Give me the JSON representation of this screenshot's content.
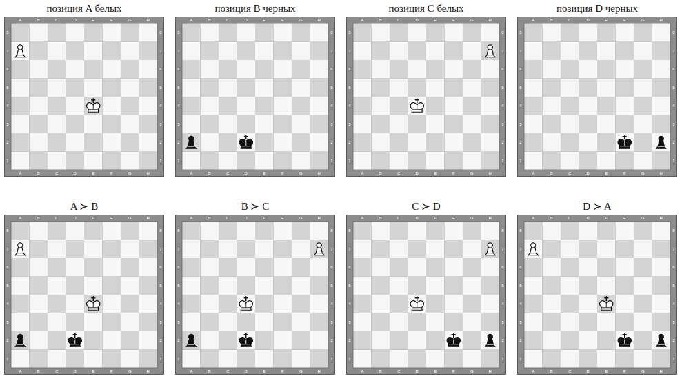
{
  "diagram": {
    "nodes": [
      {
        "text": [
          "позиция A белых"
        ]
      },
      {
        "text": [
          "позиция B черных"
        ]
      },
      {
        "text": [
          "позиция C белых"
        ]
      },
      {
        "text": [
          "позиция D черных"
        ]
      },
      {
        "text": [
          "A ≻ B"
        ]
      },
      {
        "text": [
          "B ≻ C"
        ]
      },
      {
        "text": [
          "C ≻ D"
        ]
      },
      {
        "text": [
          "D ≻ A"
        ]
      }
    ],
    "labels": [
      "A",
      "B",
      "C",
      "D",
      "E",
      "F",
      "G",
      "H",
      "A",
      "B",
      "C",
      "D",
      "E",
      "F",
      "G",
      "H",
      "8",
      "7",
      "6",
      "5",
      "4",
      "3",
      "2",
      "1",
      "8",
      "7",
      "6",
      "5",
      "4",
      "3",
      "2",
      "1",
      "A",
      "B",
      "C",
      "D",
      "E",
      "F",
      "G",
      "H",
      "A",
      "B",
      "C",
      "D",
      "E",
      "F",
      "G",
      "H",
      "8",
      "7",
      "6",
      "5",
      "4",
      "3",
      "2",
      "1",
      "8",
      "7",
      "6",
      "5",
      "4",
      "3",
      "2",
      "1",
      "A",
      "B",
      "C",
      "D",
      "E",
      "F",
      "G",
      "H",
      "A",
      "B",
      "C",
      "D",
      "E",
      "F",
      "G",
      "H",
      "8",
      "7",
      "6",
      "5",
      "4",
      "3",
      "2",
      "1",
      "8",
      "7",
      "6",
      "5",
      "4",
      "3",
      "2",
      "1",
      "A",
      "B",
      "C",
      "D",
      "E",
      "F",
      "G",
      "H",
      "A",
      "B",
      "C",
      "D",
      "E",
      "F",
      "G",
      "H",
      "8",
      "7",
      "6",
      "5",
      "4",
      "3",
      "2",
      "1",
      "8",
      "7",
      "6",
      "5",
      "4",
      "3",
      "2",
      "1",
      "A",
      "B",
      "C",
      "D",
      "E",
      "F",
      "G",
      "H",
      "A",
      "B",
      "C",
      "D",
      "E",
      "F",
      "G",
      "H",
      "8",
      "7",
      "6",
      "5",
      "4",
      "3",
      "2",
      "1",
      "8",
      "7",
      "6",
      "5",
      "4",
      "3",
      "2",
      "1",
      "A",
      "B",
      "C",
      "D",
      "E",
      "F",
      "G",
      "H",
      "A",
      "B",
      "C",
      "D",
      "E",
      "F",
      "G",
      "H",
      "8",
      "7",
      "6",
      "5",
      "4",
      "3",
      "2",
      "1",
      "8",
      "7",
      "6",
      "5",
      "4",
      "3",
      "2",
      "1",
      "A",
      "B",
      "C",
      "D",
      "E",
      "F",
      "G",
      "H",
      "A",
      "B",
      "C",
      "D",
      "E",
      "F",
      "G",
      "H",
      "8",
      "7",
      "6",
      "5",
      "4",
      "3",
      "2",
      "1",
      "8",
      "7",
      "6",
      "5",
      "4",
      "3",
      "2",
      "1",
      "A",
      "B",
      "C",
      "D",
      "E",
      "F",
      "G",
      "H",
      "A",
      "B",
      "C",
      "D",
      "E",
      "F",
      "G",
      "H",
      "8",
      "7",
      "6",
      "5",
      "4",
      "3",
      "2",
      "1",
      "8",
      "7",
      "6",
      "5",
      "4",
      "3",
      "2",
      "1"
    ]
  }
}
